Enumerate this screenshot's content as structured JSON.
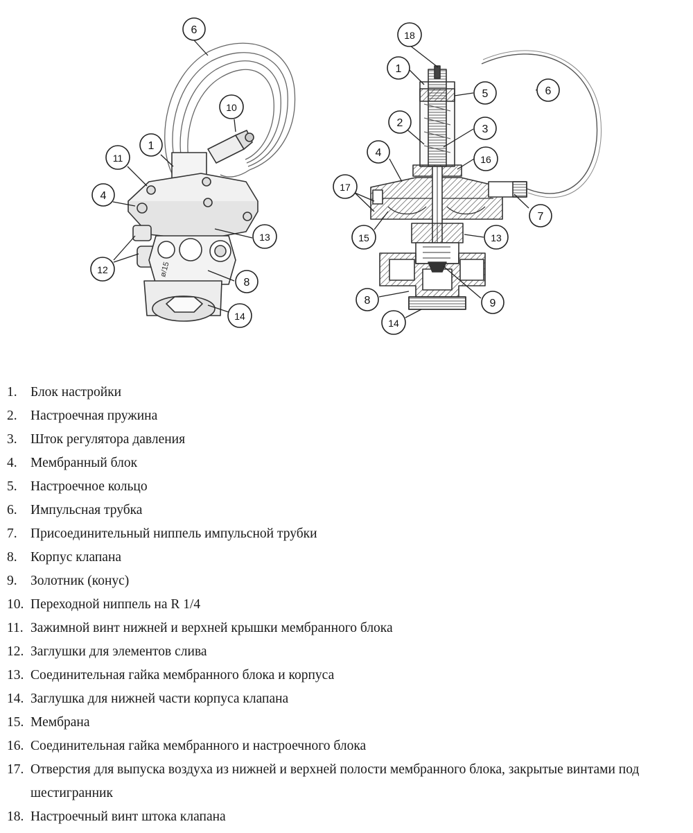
{
  "callouts": [
    "1",
    "2",
    "3",
    "4",
    "5",
    "6",
    "7",
    "8",
    "9",
    "10",
    "11",
    "12",
    "13",
    "14",
    "15",
    "16",
    "17",
    "18"
  ],
  "model_mark": "ø/15",
  "legend": [
    {
      "num": "1.",
      "text": "Блок настройки"
    },
    {
      "num": "2.",
      "text": "Настроечная пружина"
    },
    {
      "num": "3.",
      "text": "Шток регулятора давления"
    },
    {
      "num": "4.",
      "text": "Мембранный блок"
    },
    {
      "num": "5.",
      "text": "Настроечное кольцо"
    },
    {
      "num": "6.",
      "text": "Импульсная трубка"
    },
    {
      "num": "7.",
      "text": "Присоединительный ниппель импульсной трубки"
    },
    {
      "num": "8.",
      "text": "Корпус клапана"
    },
    {
      "num": "9.",
      "text": "Золотник (конус)"
    },
    {
      "num": "10.",
      "text": "Переходной ниппель на R 1/4"
    },
    {
      "num": "11.",
      "text": "Зажимной винт нижней и верхней крышки мембранного блока"
    },
    {
      "num": "12.",
      "text": "Заглушки для элементов слива"
    },
    {
      "num": "13.",
      "text": "Соединительная гайка мембранного блока и корпуса"
    },
    {
      "num": "14.",
      "text": "Заглушка для нижней части корпуса клапана"
    },
    {
      "num": "15.",
      "text": "Мембрана"
    },
    {
      "num": "16.",
      "text": "Соединительная гайка мембранного и настроечного блока"
    },
    {
      "num": "17.",
      "text": "Отверстия для выпуска воздуха из нижней и верхней полости мембранного блока, закрытые винтами под шестигранник"
    },
    {
      "num": "18.",
      "text": "Настроечный винт штока клапана"
    }
  ]
}
